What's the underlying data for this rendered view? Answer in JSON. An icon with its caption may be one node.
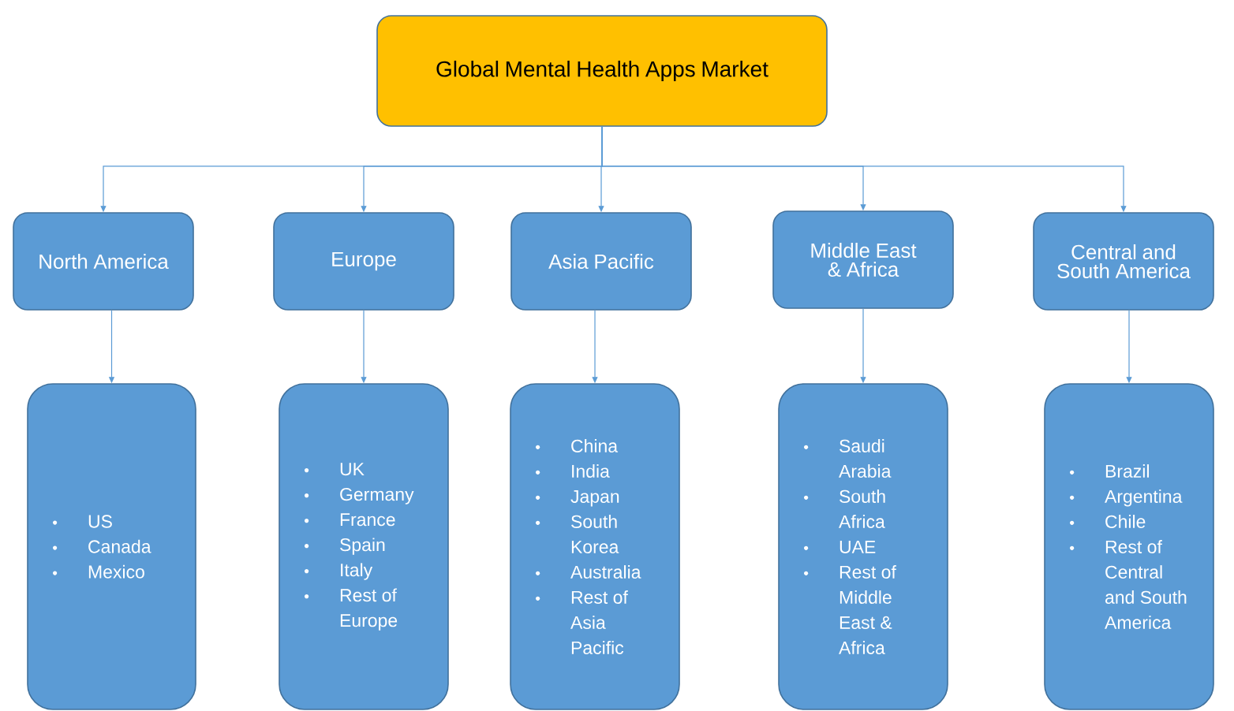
{
  "diagram": {
    "nodes": [
      {
        "text": [
          "Global Mental Health Apps Market"
        ]
      },
      {
        "text": [
          "North America"
        ]
      },
      {
        "text": [
          "Europe"
        ]
      },
      {
        "text": [
          "Asia Pacific"
        ]
      },
      {
        "text": [
          "Middle East & Africa"
        ]
      },
      {
        "text": [
          "Central and South America"
        ]
      },
      {
        "text": [
          "US",
          "Canada",
          "Mexico"
        ]
      },
      {
        "text": [
          "UK",
          "Germany",
          "France",
          "Spain",
          "Italy",
          "Rest of Europe"
        ]
      },
      {
        "text": [
          "China",
          "India",
          "Japan",
          "South Korea",
          "Australia",
          "Rest of Asia Pacific"
        ]
      },
      {
        "text": [
          "Saudi Arabia",
          "South Africa",
          "UAE",
          "Rest of Middle East & Africa"
        ]
      },
      {
        "text": [
          "Brazil",
          "Argentina",
          "Chile",
          "Rest of Central and South America"
        ]
      }
    ],
    "edges": [
      {
        "from": 0,
        "to": 1,
        "arrow": "to"
      },
      {
        "from": 0,
        "to": 2,
        "arrow": "to"
      },
      {
        "from": 0,
        "to": 3,
        "arrow": "to"
      },
      {
        "from": 0,
        "to": 4,
        "arrow": "to"
      },
      {
        "from": 0,
        "to": 5,
        "arrow": "to"
      },
      {
        "from": 1,
        "to": 6,
        "arrow": "to"
      },
      {
        "from": 2,
        "to": 7,
        "arrow": "to"
      },
      {
        "from": 3,
        "to": 8,
        "arrow": "to"
      },
      {
        "from": 4,
        "to": 9,
        "arrow": "to"
      },
      {
        "from": 5,
        "to": 10,
        "arrow": "to"
      }
    ]
  }
}
